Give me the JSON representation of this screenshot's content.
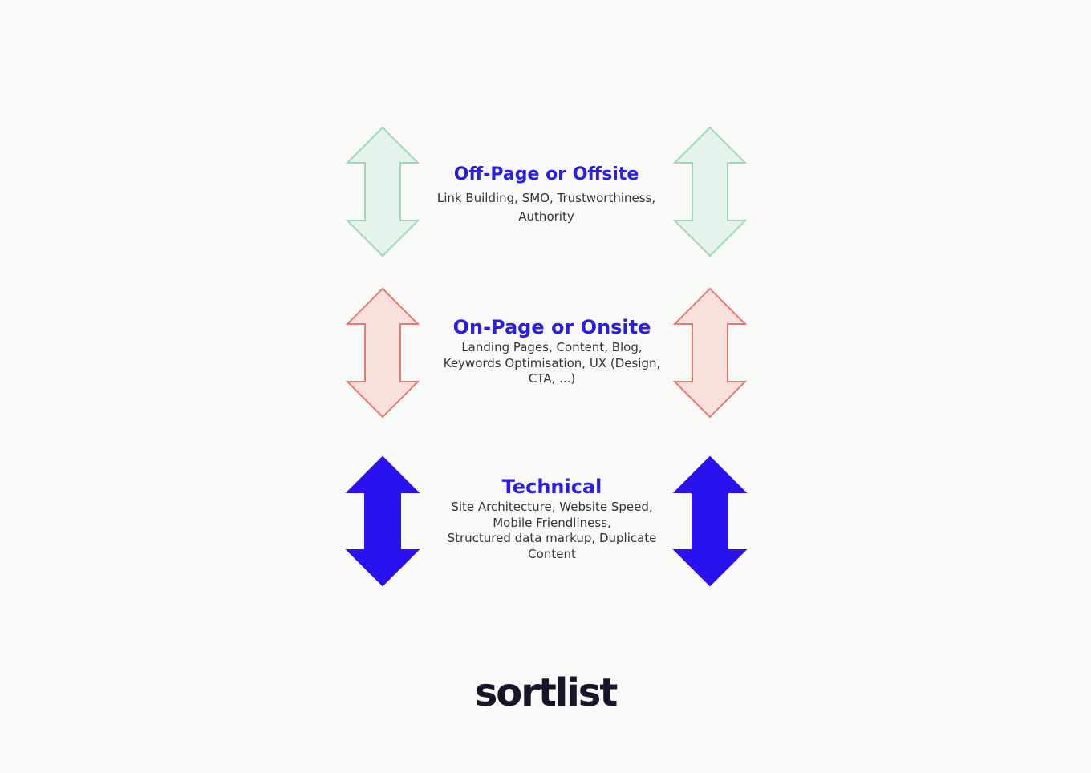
{
  "rows": [
    {
      "title": "Off-Page or Offsite",
      "description_lines": [
        "Link Building, SMO, Trustworthiness,",
        "Authority"
      ],
      "arrow_fill": "#e4f4ec",
      "arrow_stroke": "#9fd8b8"
    },
    {
      "title": "On-Page or Onsite",
      "description_lines": [
        "Landing Pages, Content, Blog,",
        "Keywords Optimisation, UX  (Design,",
        "CTA, ...)"
      ],
      "arrow_fill": "#f8e0dc",
      "arrow_stroke": "#e67a72"
    },
    {
      "title": "Technical",
      "description_lines": [
        "Site Architecture, Website Speed,",
        "Mobile Friendliness,",
        "Structured data markup, Duplicate",
        "Content"
      ],
      "arrow_fill": "#2a12ee",
      "arrow_stroke": "#2a12ee"
    }
  ],
  "logo": "sortlist",
  "colors": {
    "background": "#f9f9f7",
    "title": "#2a1ee0",
    "logo": "#17152a"
  }
}
